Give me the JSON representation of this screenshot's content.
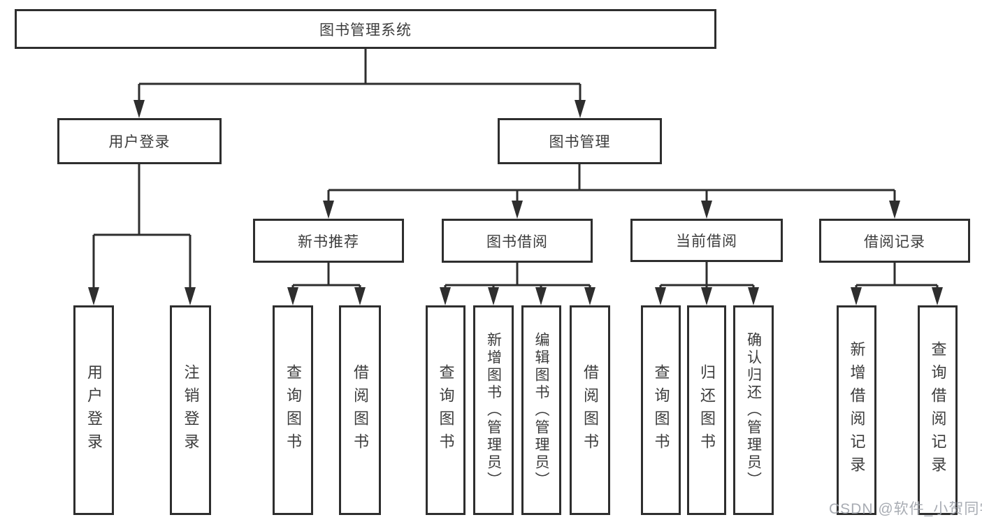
{
  "colors": {
    "line": "#2e2e2e",
    "text": "#3c3c3c",
    "background": "#ffffff",
    "watermark": "#9ea3ab"
  },
  "watermark": {
    "text": "CSDN @软件_小贺同学"
  },
  "tree": {
    "label": "图书管理系统",
    "children": [
      {
        "label": "用户登录",
        "children": [
          {
            "label": "用户登录"
          },
          {
            "label": "注销登录"
          }
        ]
      },
      {
        "label": "图书管理",
        "children": [
          {
            "label": "新书推荐",
            "children": [
              {
                "label": "查询图书"
              },
              {
                "label": "借阅图书"
              }
            ]
          },
          {
            "label": "图书借阅",
            "children": [
              {
                "label": "查询图书"
              },
              {
                "label": "新增图书（管理员）"
              },
              {
                "label": "编辑图书（管理员）"
              },
              {
                "label": "借阅图书"
              }
            ]
          },
          {
            "label": "当前借阅",
            "children": [
              {
                "label": "查询图书"
              },
              {
                "label": "归还图书"
              },
              {
                "label": "确认归还（管理员）"
              }
            ]
          },
          {
            "label": "借阅记录",
            "children": [
              {
                "label": "新增借阅记录"
              },
              {
                "label": "查询借阅记录"
              }
            ]
          }
        ]
      }
    ]
  }
}
